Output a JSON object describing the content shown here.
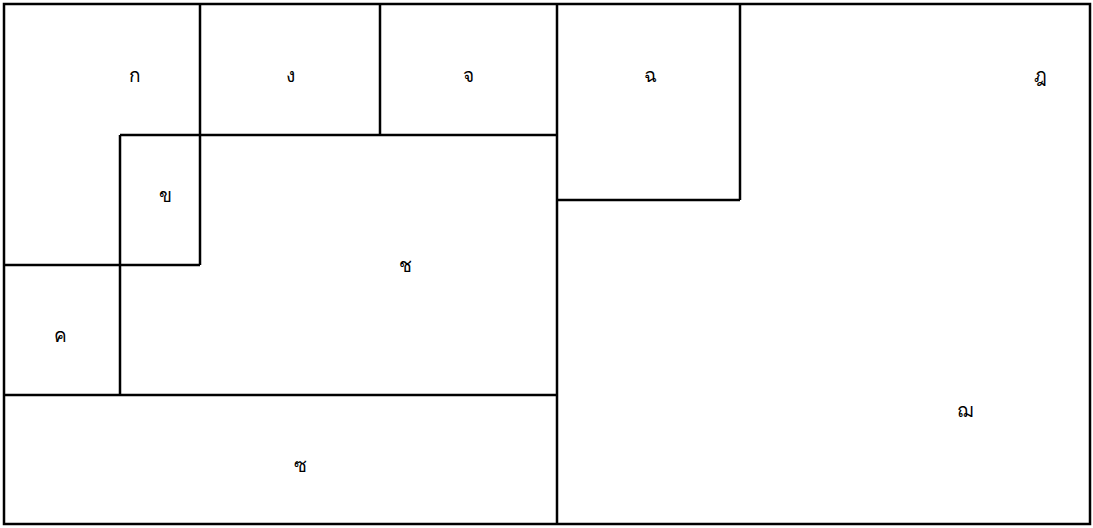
{
  "diagram": {
    "nodes": [
      {
        "text": [
          "ก"
        ]
      },
      {
        "text": [
          "ง"
        ]
      },
      {
        "text": [
          "จ"
        ]
      },
      {
        "text": [
          "ฉ"
        ]
      },
      {
        "text": [
          "ฎ",
          "ฌ"
        ]
      },
      {
        "text": [
          "ข"
        ]
      },
      {
        "text": [
          "ช"
        ]
      },
      {
        "text": [
          "ค"
        ]
      },
      {
        "text": [
          "ซ"
        ]
      }
    ]
  }
}
